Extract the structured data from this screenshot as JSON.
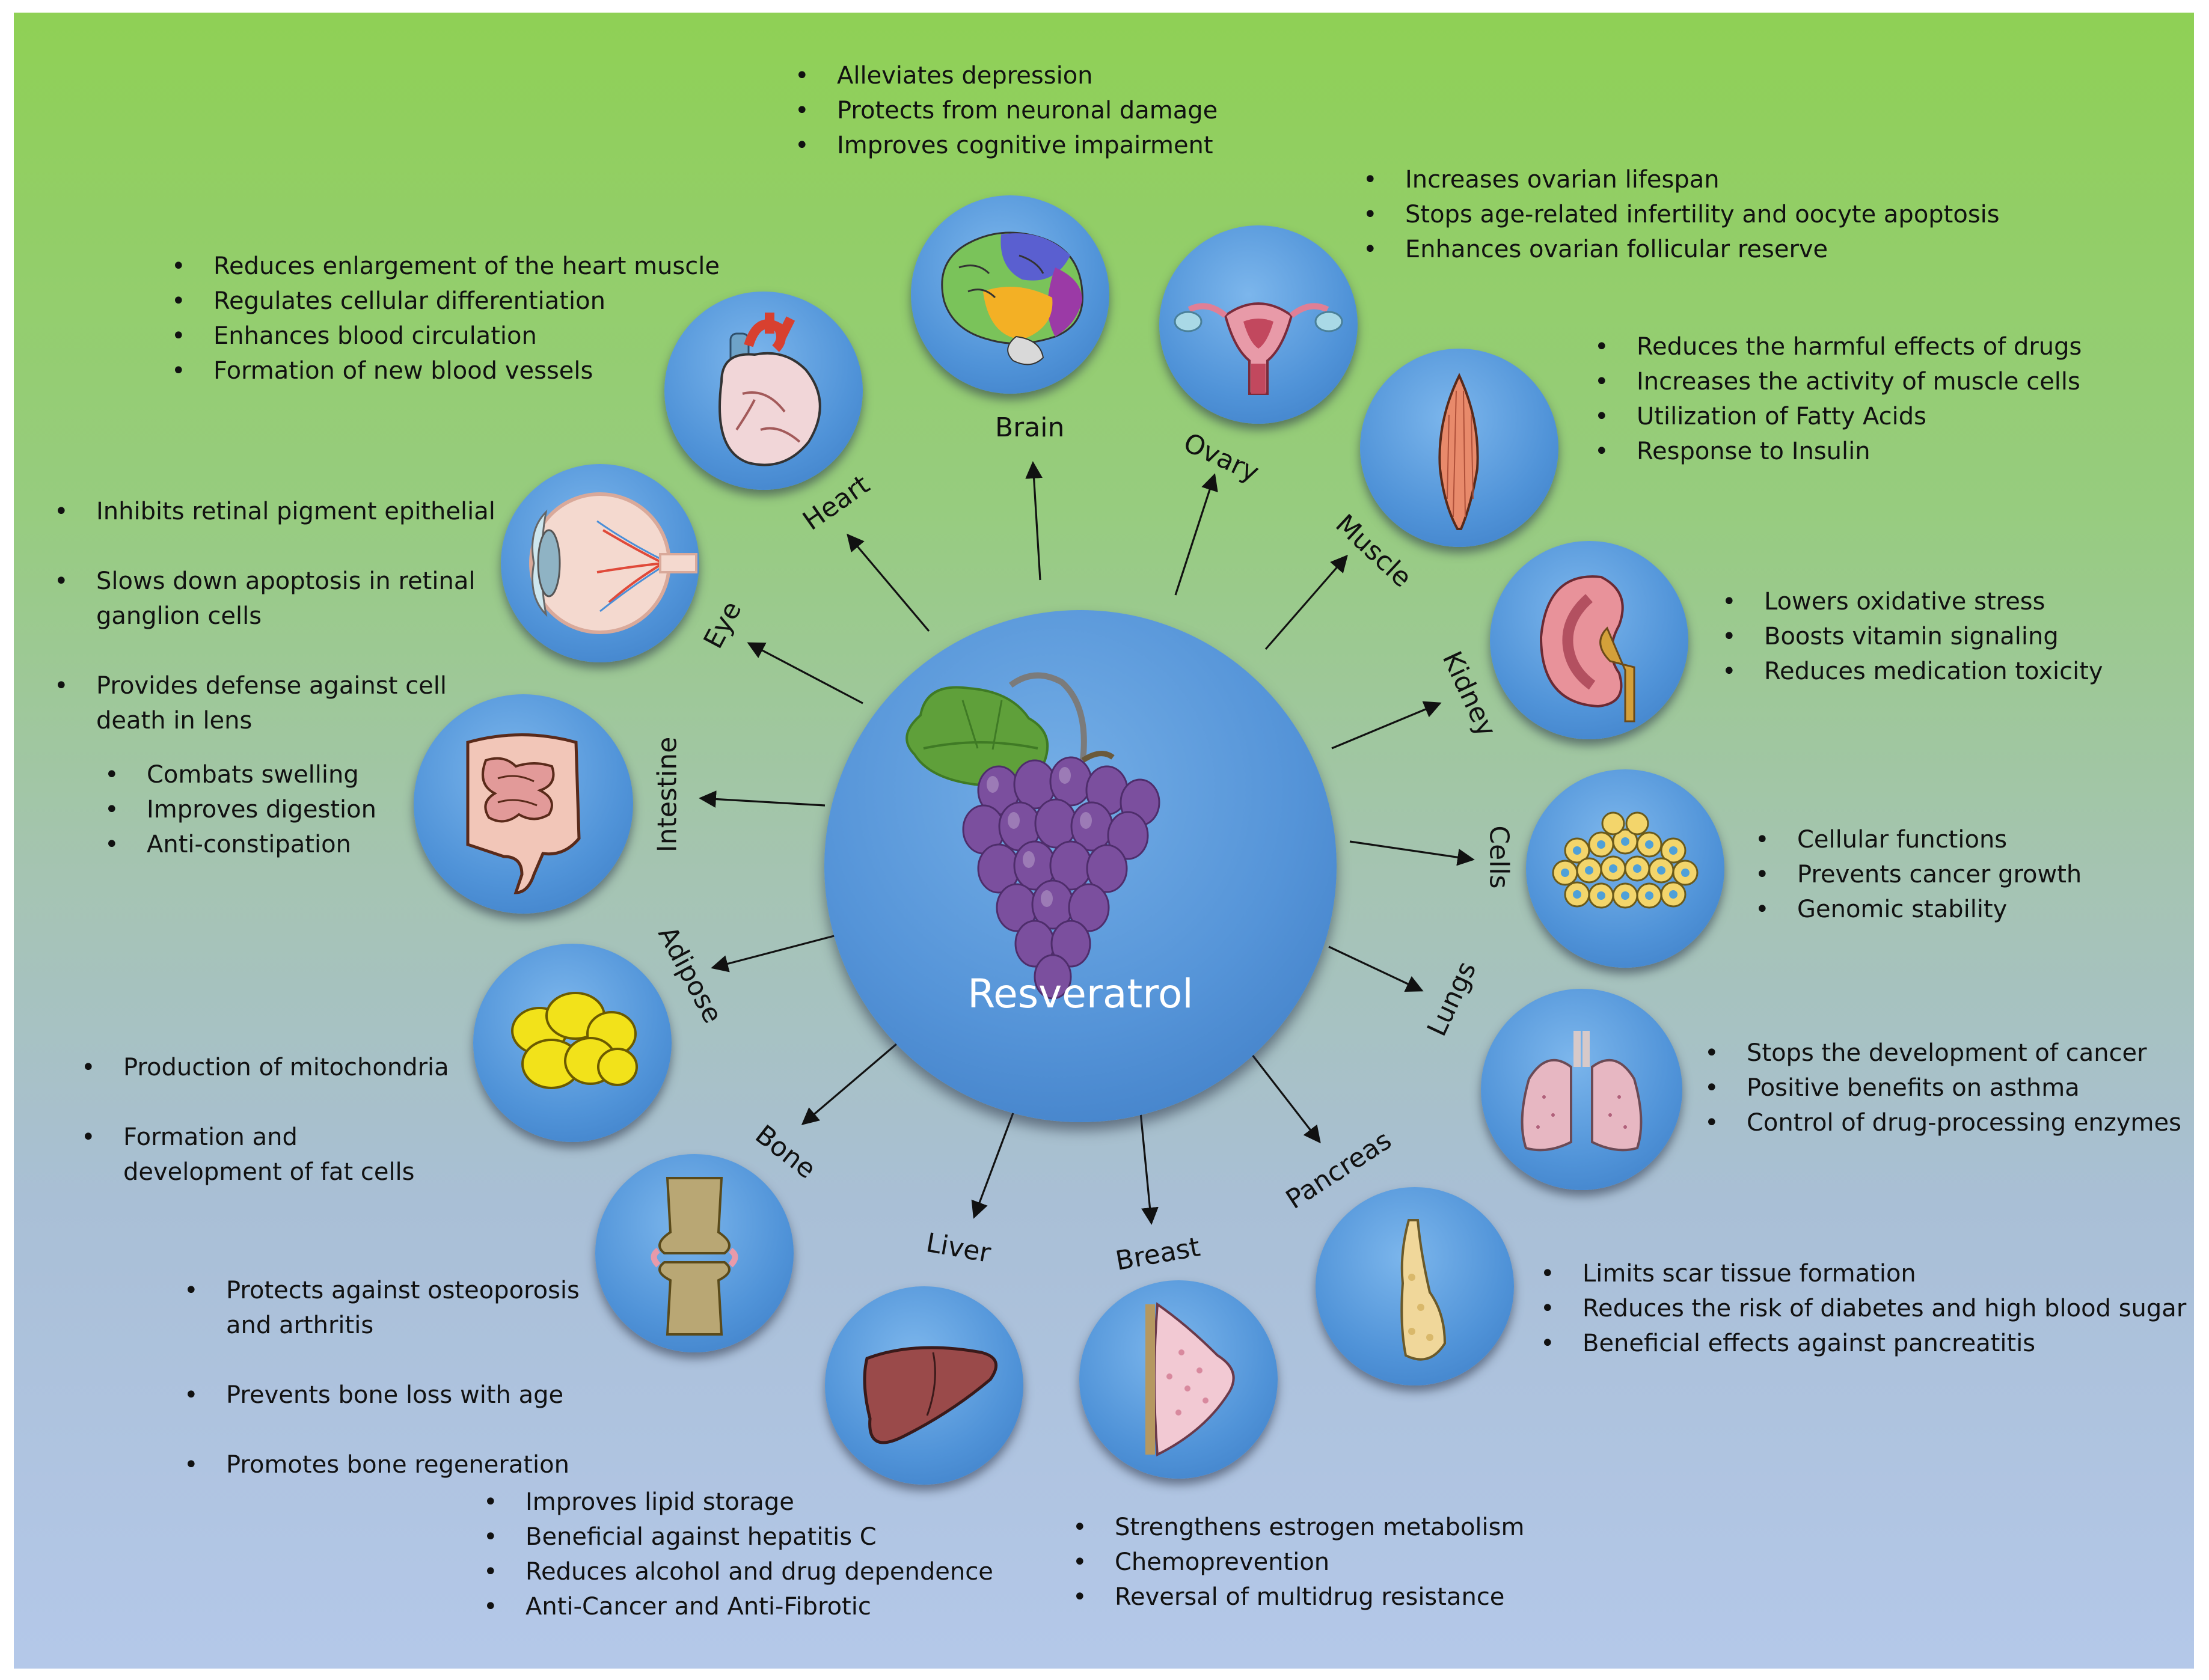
{
  "center": {
    "label": "Resveratrol"
  },
  "organs": [
    {
      "id": "brain",
      "label": "Brain",
      "items": [
        "Alleviates depression",
        "Protects from neuronal damage",
        "Improves cognitive impairment"
      ]
    },
    {
      "id": "ovary",
      "label": "Ovary",
      "items": [
        "Increases ovarian lifespan",
        "Stops age-related infertility and oocyte apoptosis",
        "Enhances ovarian follicular reserve"
      ]
    },
    {
      "id": "muscle",
      "label": "Muscle",
      "items": [
        "Reduces the harmful effects of drugs",
        "Increases the activity of muscle cells",
        "Utilization of Fatty Acids",
        "Response to Insulin"
      ]
    },
    {
      "id": "kidney",
      "label": "Kidney",
      "items": [
        "Lowers oxidative stress",
        "Boosts vitamin signaling",
        "Reduces medication toxicity"
      ]
    },
    {
      "id": "cells",
      "label": "Cells",
      "items": [
        "Cellular functions",
        "Prevents cancer growth",
        "Genomic stability"
      ]
    },
    {
      "id": "lungs",
      "label": "Lungs",
      "items": [
        "Stops the development of cancer",
        "Positive benefits on asthma",
        "Control of drug-processing enzymes"
      ]
    },
    {
      "id": "pancreas",
      "label": "Pancreas",
      "items": [
        "Limits scar tissue formation",
        "Reduces the risk of diabetes and high blood sugar",
        "Beneficial effects against pancreatitis"
      ]
    },
    {
      "id": "breast",
      "label": "Breast",
      "items": [
        "Strengthens estrogen metabolism",
        "Chemoprevention",
        "Reversal of multidrug resistance"
      ]
    },
    {
      "id": "liver",
      "label": "Liver",
      "items": [
        "Improves lipid storage",
        "Beneficial against hepatitis C",
        "Reduces alcohol and drug dependence",
        "Anti-Cancer and Anti-Fibrotic"
      ]
    },
    {
      "id": "bone",
      "label": "Bone",
      "items": [
        "Protects against osteoporosis\nand arthritis",
        "Prevents bone loss with age",
        "Promotes bone regeneration"
      ]
    },
    {
      "id": "adipose",
      "label": "Adipose",
      "items": [
        "Production of mitochondria",
        "Formation and\ndevelopment of fat cells"
      ]
    },
    {
      "id": "intestine",
      "label": "Intestine",
      "items": [
        "Combats swelling",
        "Improves digestion",
        "Anti-constipation"
      ]
    },
    {
      "id": "eye",
      "label": "Eye",
      "items": [
        "Inhibits retinal pigment epithelial",
        "Slows down apoptosis in retinal\nganglion cells",
        "Provides defense against cell\ndeath in lens"
      ]
    },
    {
      "id": "heart",
      "label": "Heart",
      "items": [
        "Reduces enlargement of the heart muscle",
        "Regulates cellular differentiation",
        "Enhances blood circulation",
        "Formation of new blood vessels"
      ]
    }
  ],
  "colors": {
    "background_top": "#8fd055",
    "background_bottom": "#b4c8e9",
    "circle": "#5093d8",
    "grapes": "#7a4f9a",
    "leaf": "#5a9a3a"
  }
}
